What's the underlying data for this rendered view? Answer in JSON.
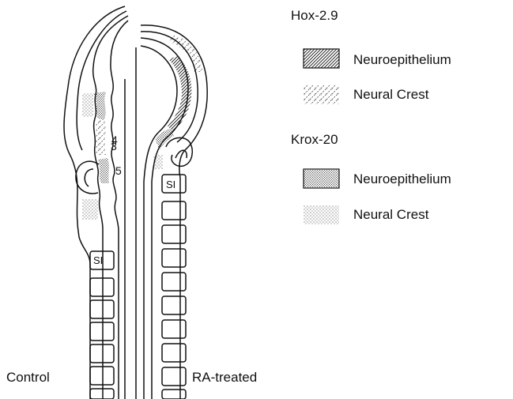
{
  "diagram": {
    "embryos": {
      "control": {
        "label": "Control",
        "rhombomere_labels": [
          "3",
          "4",
          "5"
        ],
        "somite_label": "SI"
      },
      "ra_treated": {
        "label": "RA-treated",
        "somite_label": "SI"
      }
    },
    "legend": {
      "groups": [
        {
          "gene": "Hox-2.9",
          "entries": [
            {
              "label": "Neuroepithelium",
              "pattern": "dense diagonal hatching"
            },
            {
              "label": "Neural Crest",
              "pattern": "sparse diagonal hatching"
            }
          ]
        },
        {
          "gene": "Krox-20",
          "entries": [
            {
              "label": "Neuroepithelium",
              "pattern": "dense stipple"
            },
            {
              "label": "Neural Crest",
              "pattern": "sparse stipple"
            }
          ]
        }
      ]
    },
    "colors": {
      "ink": "#111111",
      "background": "#ffffff"
    }
  }
}
